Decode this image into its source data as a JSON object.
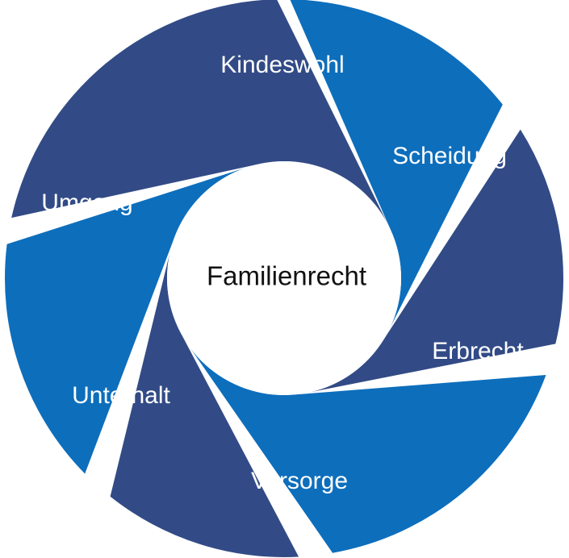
{
  "diagram": {
    "center_label": "Familienrecht",
    "segments": [
      {
        "label": "Kindeswohl",
        "color": "#0d6ebc"
      },
      {
        "label": "Scheidung",
        "color": "#324b86"
      },
      {
        "label": "Erbrecht",
        "color": "#0d6ebc"
      },
      {
        "label": "Vorsorge",
        "color": "#324b86"
      },
      {
        "label": "Unterhalt",
        "color": "#0d6ebc"
      },
      {
        "label": "Umgang",
        "color": "#324b86"
      }
    ]
  }
}
